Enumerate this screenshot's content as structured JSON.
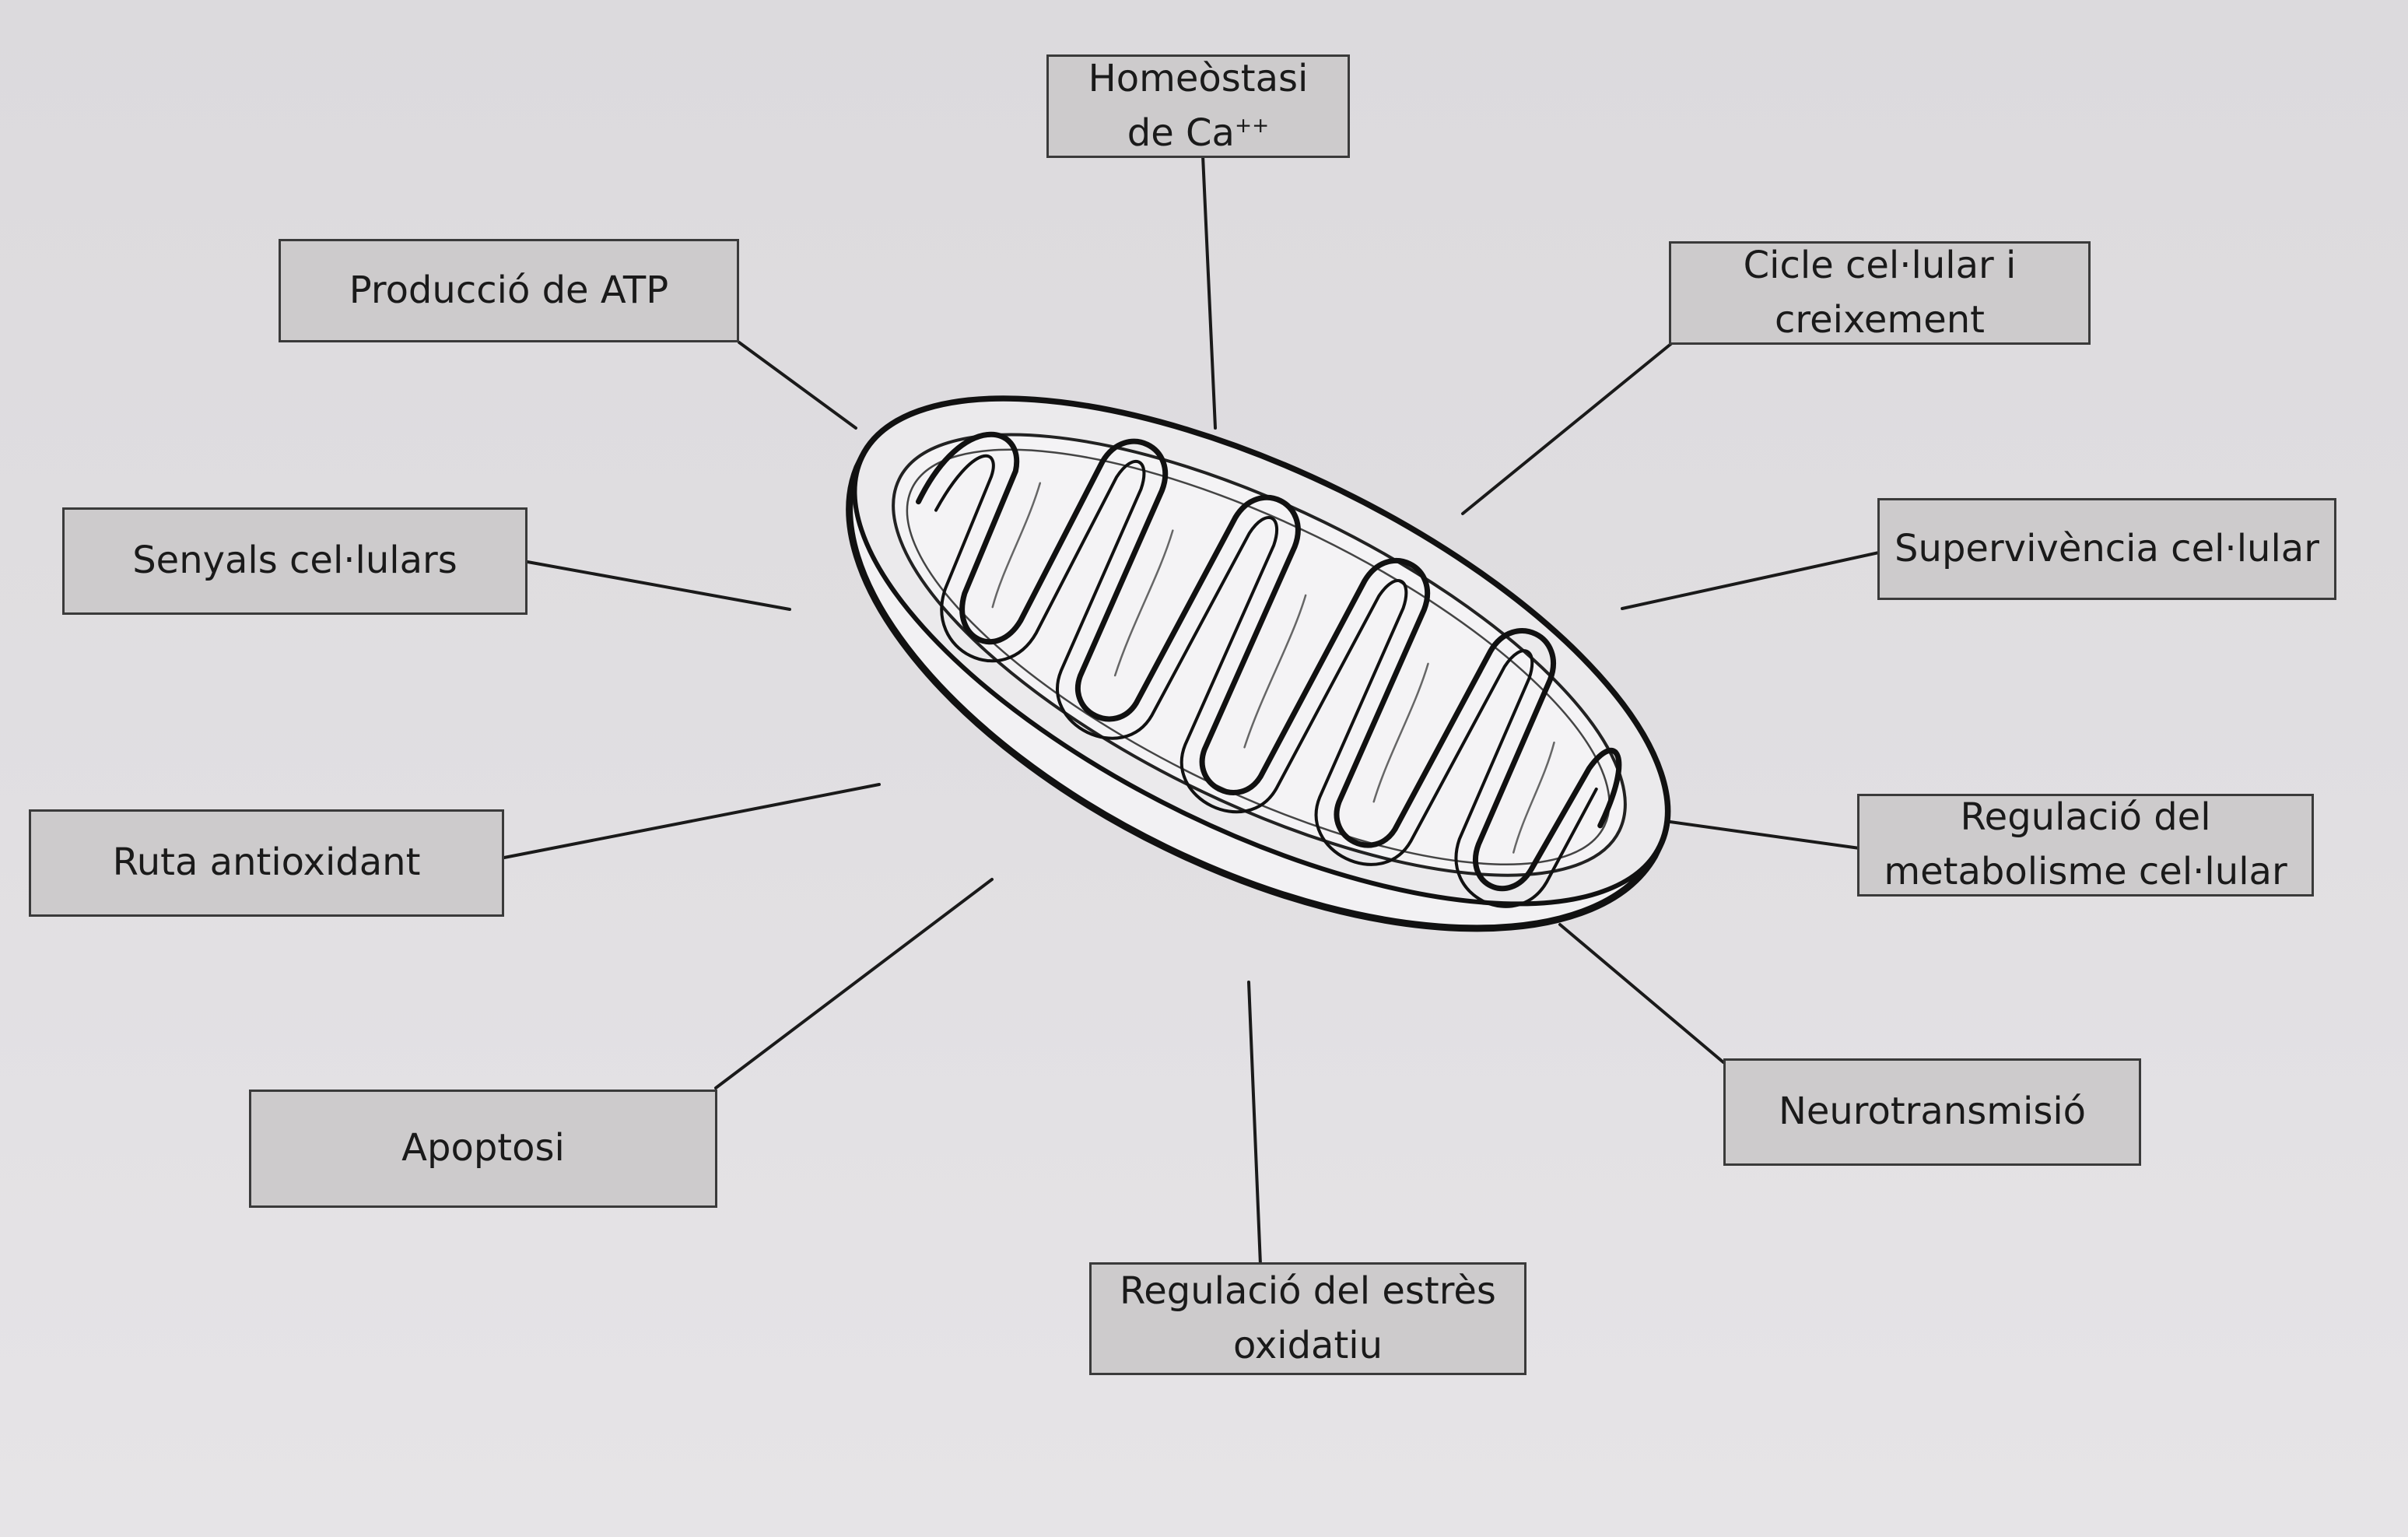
{
  "labels": {
    "homeostasi": {
      "line1": "Homeòstasi",
      "line2": "de Ca",
      "sup": "++"
    },
    "atp": {
      "text": "Producció de ATP"
    },
    "cicle": {
      "line1": "Cicle cel·lular i",
      "line2": "creixement"
    },
    "senyals": {
      "text": "Senyals cel·lulars"
    },
    "supervivencia": {
      "text": "Supervivència cel·lular"
    },
    "ruta": {
      "text": "Ruta antioxidant"
    },
    "metabolisme": {
      "line1": "Regulació del",
      "line2": "metabolisme cel·lular"
    },
    "apoptosi": {
      "text": "Apoptosi"
    },
    "neuro": {
      "text": "Neurotransmisió"
    },
    "estres": {
      "line1": "Regulació del estrès",
      "line2": "oxidatiu"
    }
  },
  "colors": {
    "box_fill": "#cdcbcc",
    "line": "#1a1a1a",
    "background": "#dfdde0"
  },
  "center_image": "mitochondrion-illustration"
}
